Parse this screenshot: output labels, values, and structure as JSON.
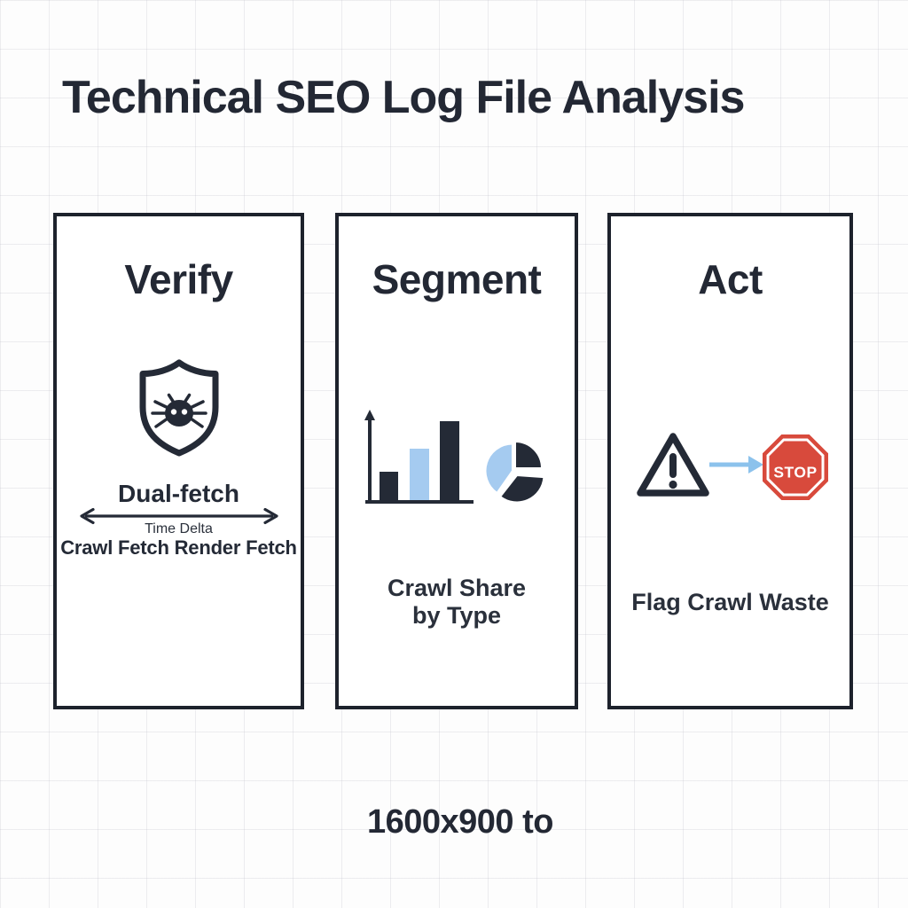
{
  "page": {
    "title": "Technical SEO Log File Analysis",
    "footer_caption": "1600x900 to"
  },
  "colors": {
    "ink": "#242a36",
    "card_border": "#1d222c",
    "light_blue": "#a5cbf0",
    "arrow_blue": "#8cc2ec",
    "stop_red": "#d84a3c",
    "grid_line": "#e9e9ec",
    "background": "#fdfdfd",
    "card_background": "#ffffff"
  },
  "cards": [
    {
      "heading": "Verify",
      "icon": "shield-spider-icon",
      "labels": {
        "primary": "Dual-fetch",
        "arrow_caption": "Time Delta",
        "secondary": "Crawl Fetch Render Fetch"
      }
    },
    {
      "heading": "Segment",
      "icons": [
        "bar-chart-icon",
        "pie-chart-icon"
      ],
      "bar_chart_icon": {
        "bars": [
          "dark-short",
          "blue-medium",
          "dark-tall"
        ]
      },
      "pie_chart_icon": {
        "slices": [
          "blue-left",
          "dark-top-right",
          "dark-bottom"
        ]
      },
      "labels": {
        "caption_line1": "Crawl Share",
        "caption_line2": "by Type"
      }
    },
    {
      "heading": "Act",
      "icons": [
        "warning-triangle-icon",
        "arrow-right-icon",
        "stop-sign-icon"
      ],
      "stop_sign_label": "STOP",
      "labels": {
        "caption": "Flag Crawl Waste"
      }
    }
  ]
}
